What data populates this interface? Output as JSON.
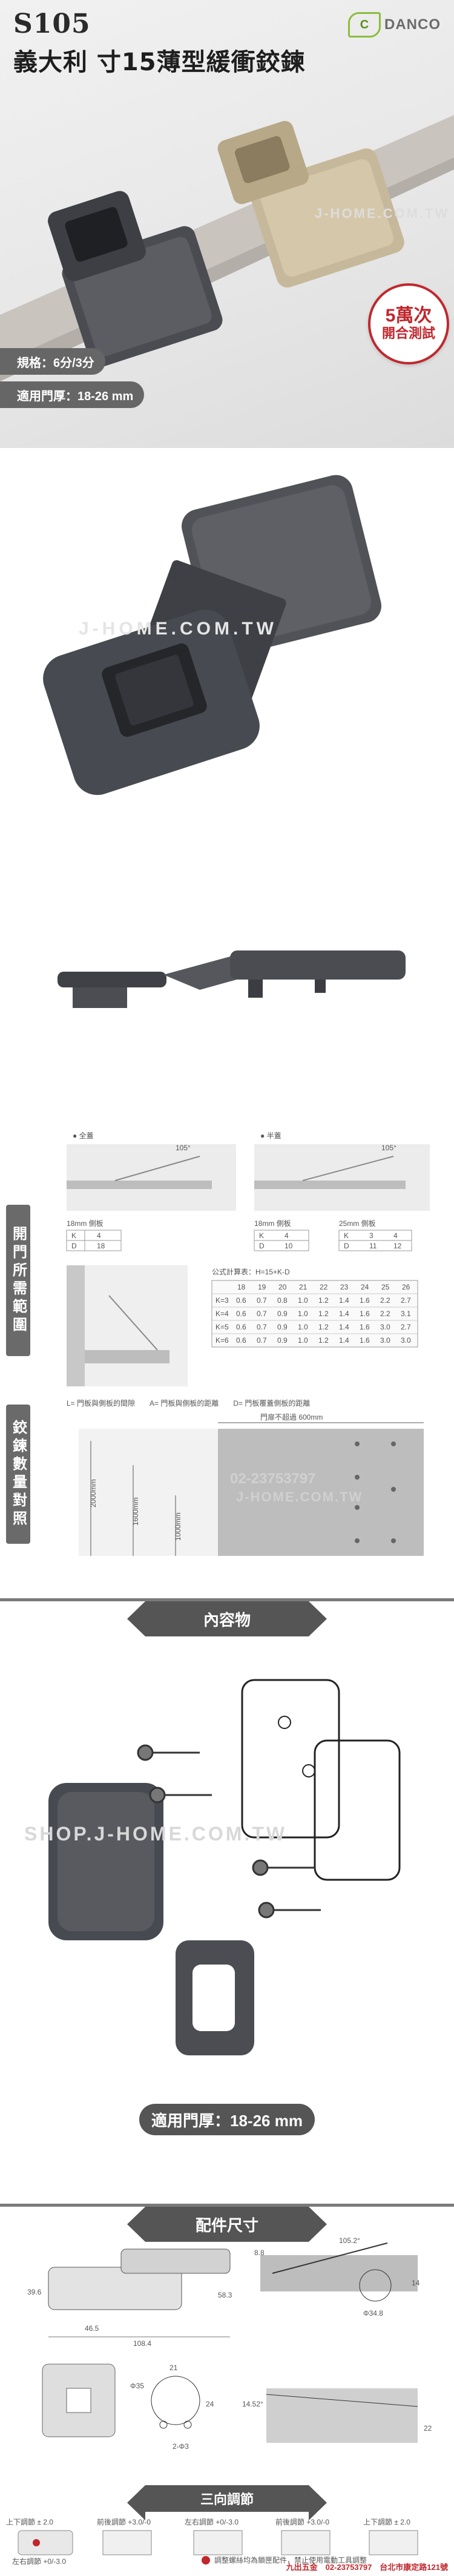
{
  "hero": {
    "model": "S105",
    "title": "義大利 寸15薄型緩衝鉸鍊",
    "brand_text": "DANCO",
    "brand_mark": "C",
    "spec_pill": "規格：6分/3分",
    "thickness_pill": "適用門厚：18-26 mm",
    "seal_line1": "5萬次",
    "seal_line2": "開合測試",
    "watermark": "J-HOME.COM.TW"
  },
  "photo2": {
    "watermark": "J-HOME.COM.TW"
  },
  "dims": {
    "label_range": "開門所需範圍",
    "label_count": "鉸鍊數量對照",
    "full_cover": "● 全蓋",
    "half_cover": "● 半蓋",
    "angle": "105°",
    "panel_18": "18mm 側板",
    "panel_25": "25mm 側板",
    "k_label": "K",
    "d_label": "D",
    "table1": [
      [
        "K",
        "4"
      ],
      [
        "D",
        "18"
      ]
    ],
    "table2": [
      [
        "K",
        "4"
      ],
      [
        "D",
        "10"
      ]
    ],
    "table3": [
      [
        "K",
        "3",
        "4"
      ],
      [
        "D",
        "11",
        "12"
      ]
    ],
    "formula": "公式計算表：H=15+K-D",
    "big_header": [
      "18",
      "19",
      "20",
      "21",
      "22",
      "23",
      "24",
      "25",
      "26"
    ],
    "big_rows": [
      [
        "K=3",
        "0.6",
        "0.7",
        "0.8",
        "1.0",
        "1.2",
        "1.4",
        "1.6",
        "2.2",
        "2.7"
      ],
      [
        "K=4",
        "0.6",
        "0.7",
        "0.9",
        "1.0",
        "1.2",
        "1.4",
        "1.6",
        "2.2",
        "3.1"
      ],
      [
        "K=5",
        "0.6",
        "0.7",
        "0.9",
        "1.0",
        "1.2",
        "1.4",
        "1.6",
        "3.0",
        "2.7"
      ],
      [
        "K=6",
        "0.6",
        "0.7",
        "0.9",
        "1.0",
        "1.2",
        "1.4",
        "1.6",
        "3.0",
        "3.0"
      ]
    ],
    "legend": "L= 門板與側板的間隙　　A= 門板與側板的距離　　D= 門板覆蓋側板的距離",
    "door_width": "門扉不超過 600mm",
    "h2000": "2000mm",
    "h1600": "1600mm",
    "h1000": "1000mm",
    "watermark": "J-HOME.COM.TW",
    "phone_wm": "02-23753797"
  },
  "contents": {
    "tag": "內容物",
    "thickness": "適用門厚：18-26 mm",
    "watermark": "SHOP.J-HOME.COM.TW"
  },
  "parts": {
    "tag": "配件尺寸",
    "d1": "39.6",
    "d2": "46.5",
    "d3": "108.4",
    "d4": "58.3",
    "d5": "8.8",
    "d6": "105.2°",
    "d7": "14",
    "d8": "Φ34.8",
    "d9": "Φ35",
    "d10": "21",
    "d11": "24",
    "d12": "2-Φ3",
    "d13": "14.52°",
    "d14": "22"
  },
  "adjust": {
    "tag": "三向調節",
    "a1": "上下調節 ± 2.0",
    "a2": "前後調節 +3.0/-0",
    "a3": "左右調節 +0/-3.0",
    "a4": "前後調節 +3.0/-0",
    "a5": "左右調節 +0/-3.0",
    "a6": "上下調節 ± 2.0",
    "note": "調整螺絲均為鎖匣配件，禁止使用電動工具調整",
    "footer": "九出五金　02-23753797　台北市康定路121號"
  }
}
